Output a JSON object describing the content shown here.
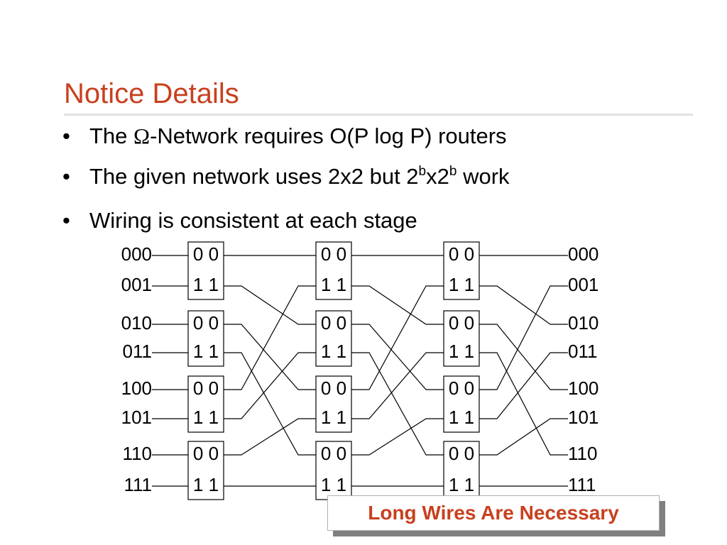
{
  "slide": {
    "title": "Notice Details",
    "bullets": [
      {
        "pre": "The ",
        "omega": "Ω",
        "post": "-Network requires O(P log P) routers"
      },
      {
        "pre": "The given network uses 2x2 but 2",
        "sup1": "b",
        "mid": "x2",
        "sup2": "b",
        "post": " work"
      },
      {
        "text": "Wiring is consistent at each stage"
      }
    ],
    "callout": "Long Wires Are Necessary"
  },
  "diagram": {
    "input_labels": [
      "000",
      "001",
      "010",
      "011",
      "100",
      "101",
      "110",
      "111"
    ],
    "output_labels": [
      "000",
      "001",
      "010",
      "011",
      "100",
      "101",
      "110",
      "111"
    ],
    "switch_port_labels": [
      "0 0",
      "1 1"
    ],
    "stages": 3,
    "switches_per_stage": 4,
    "wiring": "perfect shuffle"
  }
}
